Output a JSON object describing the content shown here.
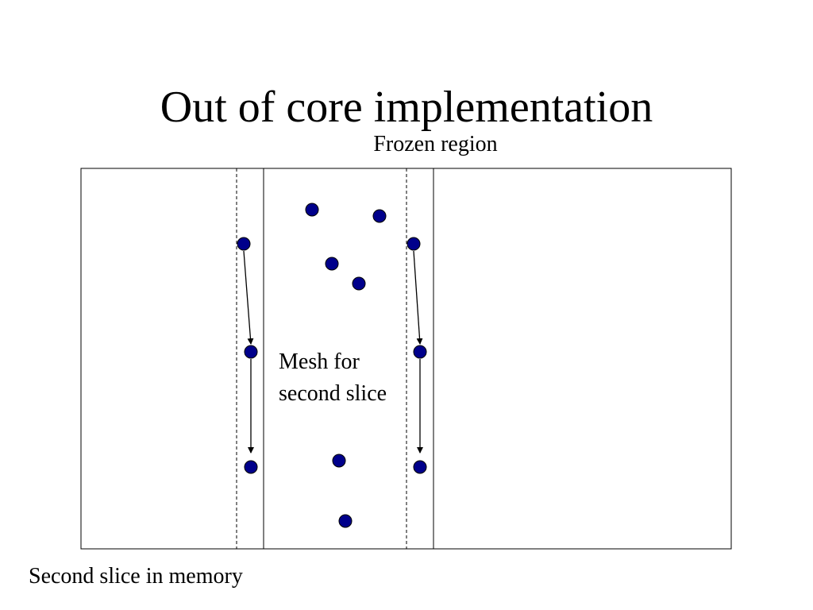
{
  "slide": {
    "title": "Out of core implementation",
    "frozen_region_label": "Frozen region",
    "mesh_label_line1": "Mesh for",
    "mesh_label_line2": "second slice",
    "memory_label": "Second slice in memory"
  },
  "colors": {
    "point_fill": "#00008b",
    "line": "#000000",
    "background": "#ffffff"
  }
}
